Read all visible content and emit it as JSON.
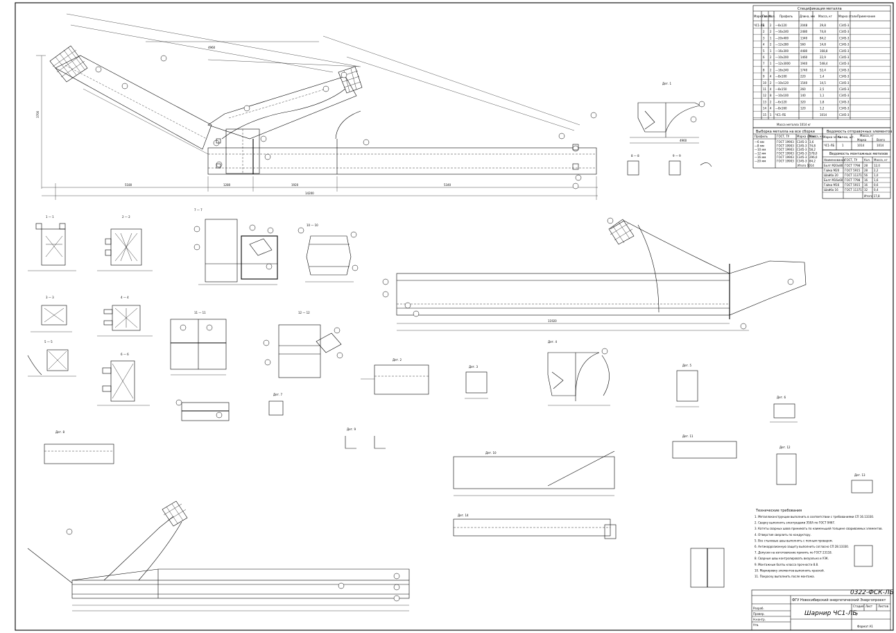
{
  "title_block": {
    "drawing_code": "0322-ФСК-ЛБ",
    "organization": "ФГУ Новосибирский энергетический Энергопроект",
    "sheet_title": "Шарнир ЧС1-ЛБ",
    "stage_label": "Стадия",
    "sheet_label": "Лист",
    "sheets_label": "Листов",
    "stage": "Р",
    "roles": [
      "Разраб.",
      "Провер.",
      "Н.контр.",
      "Утв."
    ],
    "format": "Формат А1"
  },
  "spec_table": {
    "title": "Спецификация металла",
    "headers": [
      "Марка эл-та",
      "Поз.",
      "Кол.",
      "Профиль",
      "Длина, мм",
      "Масса, кг",
      "Марка стали",
      "Примечание"
    ],
    "rows": [
      [
        "ЧС1-ЛБ",
        "1",
        "2",
        "—8х120",
        "2048",
        "29,8",
        "С345-3"
      ],
      [
        "",
        "2",
        "2",
        "—16х240",
        "2480",
        "74,8",
        "С345-3"
      ],
      [
        "",
        "3",
        "1",
        "—20х400",
        "1340",
        "84,2",
        "С345-3"
      ],
      [
        "",
        "4",
        "2",
        "—12х280",
        "560",
        "14,8",
        "С345-3"
      ],
      [
        "",
        "5",
        "1",
        "—16х300",
        "4480",
        "168,8",
        "С345-3"
      ],
      [
        "",
        "6",
        "2",
        "—10х200",
        "1460",
        "22,9",
        "С345-3"
      ],
      [
        "",
        "7",
        "1",
        "—12х3000",
        "1940",
        "548,4",
        "С345-3"
      ],
      [
        "",
        "8",
        "2",
        "—16х240",
        "1740",
        "52,4",
        "С345-3"
      ],
      [
        "",
        "9",
        "4",
        "—8х100",
        "220",
        "1,4",
        "С345-3"
      ],
      [
        "",
        "10",
        "2",
        "—10х120",
        "1540",
        "14,5",
        "С345-3"
      ],
      [
        "",
        "11",
        "4",
        "—8х150",
        "260",
        "2,5",
        "С345-3"
      ],
      [
        "",
        "12",
        "8",
        "—10х100",
        "140",
        "1,1",
        "С345-3"
      ],
      [
        "",
        "13",
        "2",
        "—6х120",
        "320",
        "1,8",
        "С345-3"
      ],
      [
        "",
        "14",
        "4",
        "—8х160",
        "120",
        "1,2",
        "С345-3"
      ],
      [
        "",
        "15",
        "1",
        "ЧС1-ЛБ",
        "",
        "1014",
        "С345-3"
      ]
    ],
    "total_label": "Масса металла 1014 кг"
  },
  "metal_sample_table": {
    "title": "Выборка металла на все сборки",
    "headers": [
      "Профиль",
      "ГОСТ, ТУ",
      "Марка стали",
      "Масса, кг"
    ],
    "rows": [
      [
        "—6 мм",
        "ГОСТ 19903",
        "С345-3",
        "3,6"
      ],
      [
        "—8 мм",
        "ГОСТ 19903",
        "С345-3",
        "74,8"
      ],
      [
        "—10 мм",
        "ГОСТ 19903",
        "С345-3",
        "58,2"
      ],
      [
        "—12 мм",
        "ГОСТ 19903",
        "С345-3",
        "578,0"
      ],
      [
        "—16 мм",
        "ГОСТ 19903",
        "С345-3",
        "296,0"
      ],
      [
        "—20 мм",
        "ГОСТ 19903",
        "С345-3",
        "84,2"
      ]
    ],
    "total": "Итого 1014"
  },
  "dispatch_table": {
    "title": "Ведомость отправочных элементов",
    "headers": [
      "Марка эл-та",
      "Кол-во, шт.",
      "Масса, кг",
      "Марка",
      "Всего"
    ],
    "rows": [
      [
        "ЧС1-ЛБ",
        "1",
        "1014",
        "1014"
      ]
    ]
  },
  "fasteners_table": {
    "title": "Ведомость монтажных метизов",
    "headers": [
      "Наименование",
      "ГОСТ, ТУ",
      "Кол.",
      "Масса, кг"
    ],
    "rows": [
      [
        "Болт М20х80",
        "ГОСТ 7798",
        "28",
        "12,0"
      ],
      [
        "Гайка М20",
        "ГОСТ 5915",
        "28",
        "2,2"
      ],
      [
        "Шайба 20",
        "ГОСТ 11371",
        "56",
        "1,0"
      ],
      [
        "Болт М16х60",
        "ГОСТ 7798",
        "16",
        "1,6"
      ],
      [
        "Гайка М16",
        "ГОСТ 5915",
        "16",
        "0,6"
      ],
      [
        "Шайба 16",
        "ГОСТ 11371",
        "32",
        "0,4"
      ]
    ],
    "total": "Итого 17,8"
  },
  "section_labels": [
    "1 — 1",
    "2 — 2",
    "3 — 3",
    "4 — 4",
    "5 — 5",
    "6 — 6",
    "7 — 7",
    "8 — 8",
    "9 — 9",
    "10 — 10",
    "11 — 11",
    "12 — 12"
  ],
  "detail_labels": [
    "Дет. 1",
    "Дет. 2",
    "Дет. 3",
    "Дет. 4",
    "Дет. 5",
    "Дет. 6",
    "Дет. 7",
    "Дет. 8",
    "Дет. 9",
    "Дет. 10",
    "Дет. 11",
    "Дет. 12",
    "Дет. 13",
    "Дет. 14"
  ],
  "dimensions": {
    "overall": "14200",
    "spans": [
      "1280",
      "5180",
      "1920",
      "5340"
    ],
    "height": "3700",
    "diagonal": "4960"
  },
  "notes": {
    "title": "Технические требования",
    "lines": [
      "1. Металлоконструкции выполнить в соответствии с требованиями СП 16.13330.",
      "2. Сварку выполнять электродами Э50А по ГОСТ 9467.",
      "3. Катеты сварных швов принимать по наименьшей толщине свариваемых элементов.",
      "4. Отверстия сверлить по кондуктору.",
      "5. Все стыковые швы выполнять с полным проваром.",
      "6. Антикоррозионную защиту выполнить согласно СП 28.13330.",
      "7. Допуски на изготовление принять по ГОСТ 23118.",
      "8. Сварные швы контролировать визуально и УЗК.",
      "9. Монтажные болты класса прочности 8.8.",
      "10. Маркировку элементов выполнить краской.",
      "11. Покраску выполнить после монтажа."
    ]
  }
}
